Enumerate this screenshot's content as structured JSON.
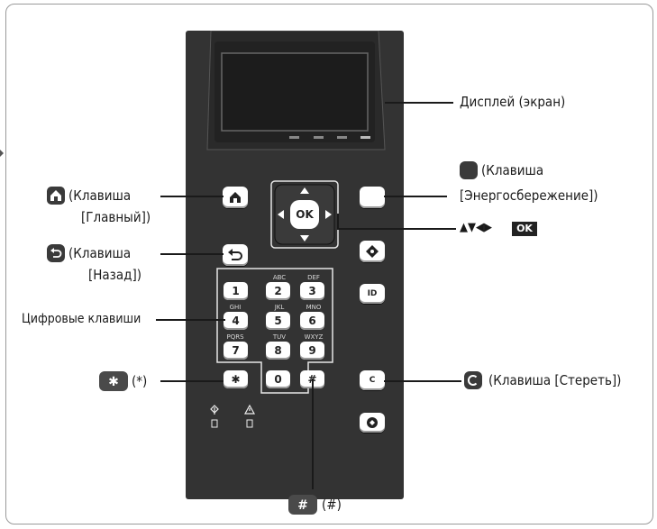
{
  "labels": {
    "display": "Дисплей (экран)",
    "home_1": "(Клавиша",
    "home_2": "[Главный])",
    "back_1": "(Клавиша",
    "back_2": "[Назад])",
    "numeric": "Цифровые клавиши",
    "star": "(*)",
    "hash": "(#)",
    "energy_1": "(Клавиша",
    "energy_2": "[Энергосбережение])",
    "nav_arrows": "▲▼◀▶",
    "nav_ok": "OK",
    "clear": "(Клавиша [Стереть])"
  },
  "keys": {
    "ok": "OK",
    "id": "ID",
    "c": "C",
    "zero": "0",
    "star": "✱",
    "hash": "#",
    "digits": [
      "1",
      "2",
      "3",
      "4",
      "5",
      "6",
      "7",
      "8",
      "9"
    ],
    "letters": [
      "",
      "ABC",
      "DEF",
      "GHI",
      "JKL",
      "MNO",
      "PQRS",
      "TUV",
      "WXYZ"
    ]
  },
  "icons": {
    "home": "home-icon",
    "back": "back-arrow-icon",
    "energy": "crescent-moon-icon",
    "clear": "c-icon",
    "star": "asterisk-icon",
    "hash": "hash-icon",
    "menu": "diamond-icon",
    "stop": "stop-icon",
    "data": "data-indicator-icon",
    "error": "error-warning-icon"
  }
}
